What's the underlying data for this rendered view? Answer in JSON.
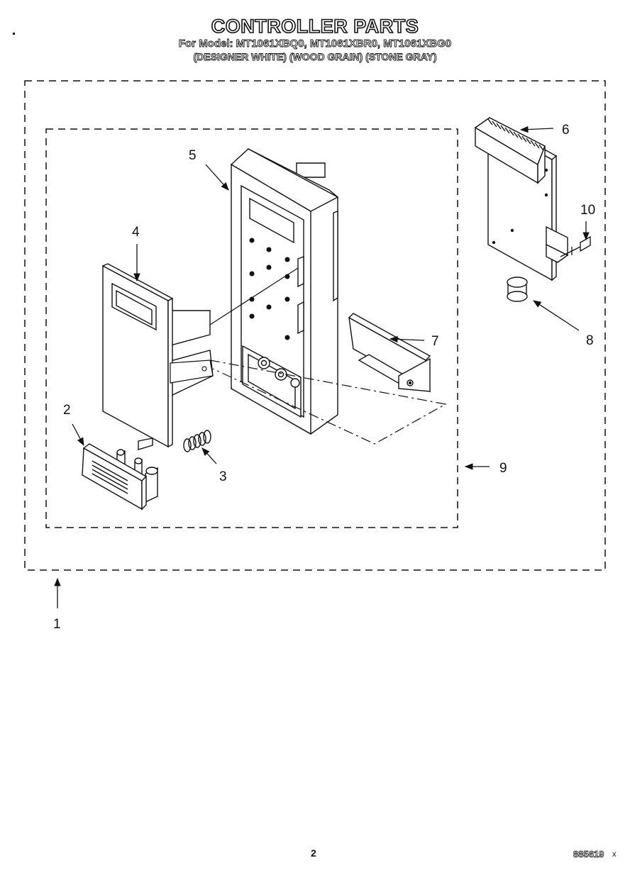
{
  "header": {
    "title": "CONTROLLER PARTS",
    "models": "For Model: MT1061XBQ0, MT1061XBR0, MT1061XBG0",
    "finishes": "(DESIGNER WHITE) (WOOD GRAIN) (STONE GRAY)"
  },
  "callouts": {
    "c1": "1",
    "c2": "2",
    "c3": "3",
    "c4": "4",
    "c5": "5",
    "c6": "6",
    "c7": "7",
    "c8": "8",
    "c9": "9",
    "c10": "10"
  },
  "footer": {
    "page_number": "2",
    "doc_number": "885619",
    "doc_mark": "x"
  }
}
